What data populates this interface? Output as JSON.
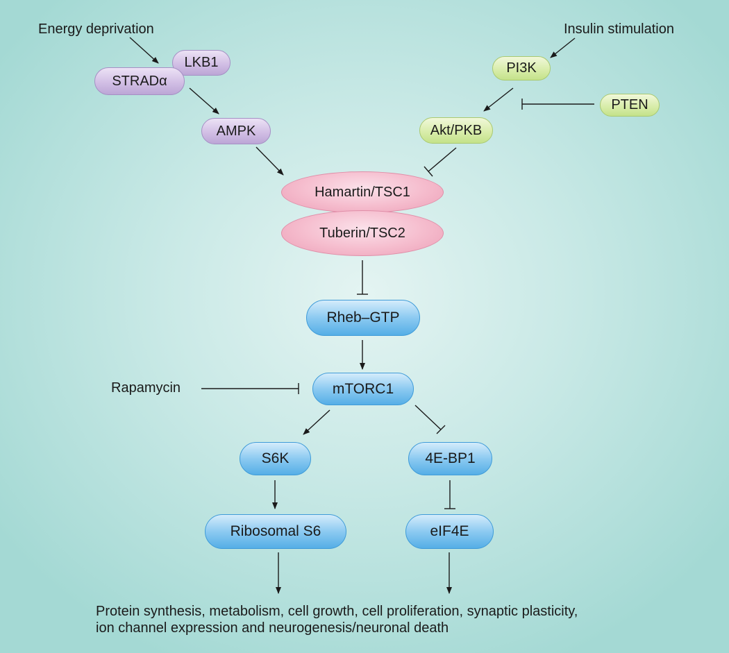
{
  "inputs": {
    "energy_deprivation": "Energy deprivation",
    "insulin_stimulation": "Insulin stimulation",
    "rapamycin": "Rapamycin"
  },
  "nodes": {
    "lkb1": "LKB1",
    "strad": "STRADα",
    "ampk": "AMPK",
    "pi3k": "PI3K",
    "pten": "PTEN",
    "akt": "Akt/PKB",
    "tsc1": "Hamartin/TSC1",
    "tsc2": "Tuberin/TSC2",
    "rheb": "Rheb–GTP",
    "mtorc1": "mTORC1",
    "s6k": "S6K",
    "bp1": "4E-BP1",
    "s6": "Ribosomal S6",
    "eif4e": "eIF4E"
  },
  "output": {
    "line1": "Protein synthesis, metabolism, cell growth, cell proliferation, synaptic plasticity,",
    "line2": "ion channel expression and neurogenesis/neuronal death"
  },
  "colors": {
    "background": "#c9e9e6",
    "purple_node": "#d2bfe5",
    "green_node": "#d9edab",
    "pink_node": "#f5bccd",
    "blue_node": "#8ccaf1",
    "line": "#1a1a1a"
  },
  "edges": [
    {
      "from": "Energy deprivation",
      "to": "LKB1/STRADα",
      "type": "activation"
    },
    {
      "from": "LKB1/STRADα",
      "to": "AMPK",
      "type": "activation"
    },
    {
      "from": "AMPK",
      "to": "Hamartin/TSC1",
      "type": "activation"
    },
    {
      "from": "Insulin stimulation",
      "to": "PI3K",
      "type": "activation"
    },
    {
      "from": "PI3K",
      "to": "Akt/PKB",
      "type": "activation"
    },
    {
      "from": "PTEN",
      "to": "PI3K → Akt/PKB",
      "type": "inhibition"
    },
    {
      "from": "Akt/PKB",
      "to": "Hamartin/TSC1",
      "type": "inhibition"
    },
    {
      "from": "Tuberin/TSC2",
      "to": "Rheb–GTP",
      "type": "inhibition"
    },
    {
      "from": "Rheb–GTP",
      "to": "mTORC1",
      "type": "activation"
    },
    {
      "from": "Rapamycin",
      "to": "mTORC1",
      "type": "inhibition"
    },
    {
      "from": "mTORC1",
      "to": "S6K",
      "type": "activation"
    },
    {
      "from": "mTORC1",
      "to": "4E-BP1",
      "type": "inhibition"
    },
    {
      "from": "S6K",
      "to": "Ribosomal S6",
      "type": "activation"
    },
    {
      "from": "4E-BP1",
      "to": "eIF4E",
      "type": "inhibition"
    },
    {
      "from": "Ribosomal S6",
      "to": "Protein synthesis, metabolism, cell growth, cell proliferation, synaptic plasticity, ion channel expression and neurogenesis/neuronal death",
      "type": "activation"
    },
    {
      "from": "eIF4E",
      "to": "Protein synthesis, metabolism, cell growth, cell proliferation, synaptic plasticity, ion channel expression and neurogenesis/neuronal death",
      "type": "activation"
    }
  ]
}
